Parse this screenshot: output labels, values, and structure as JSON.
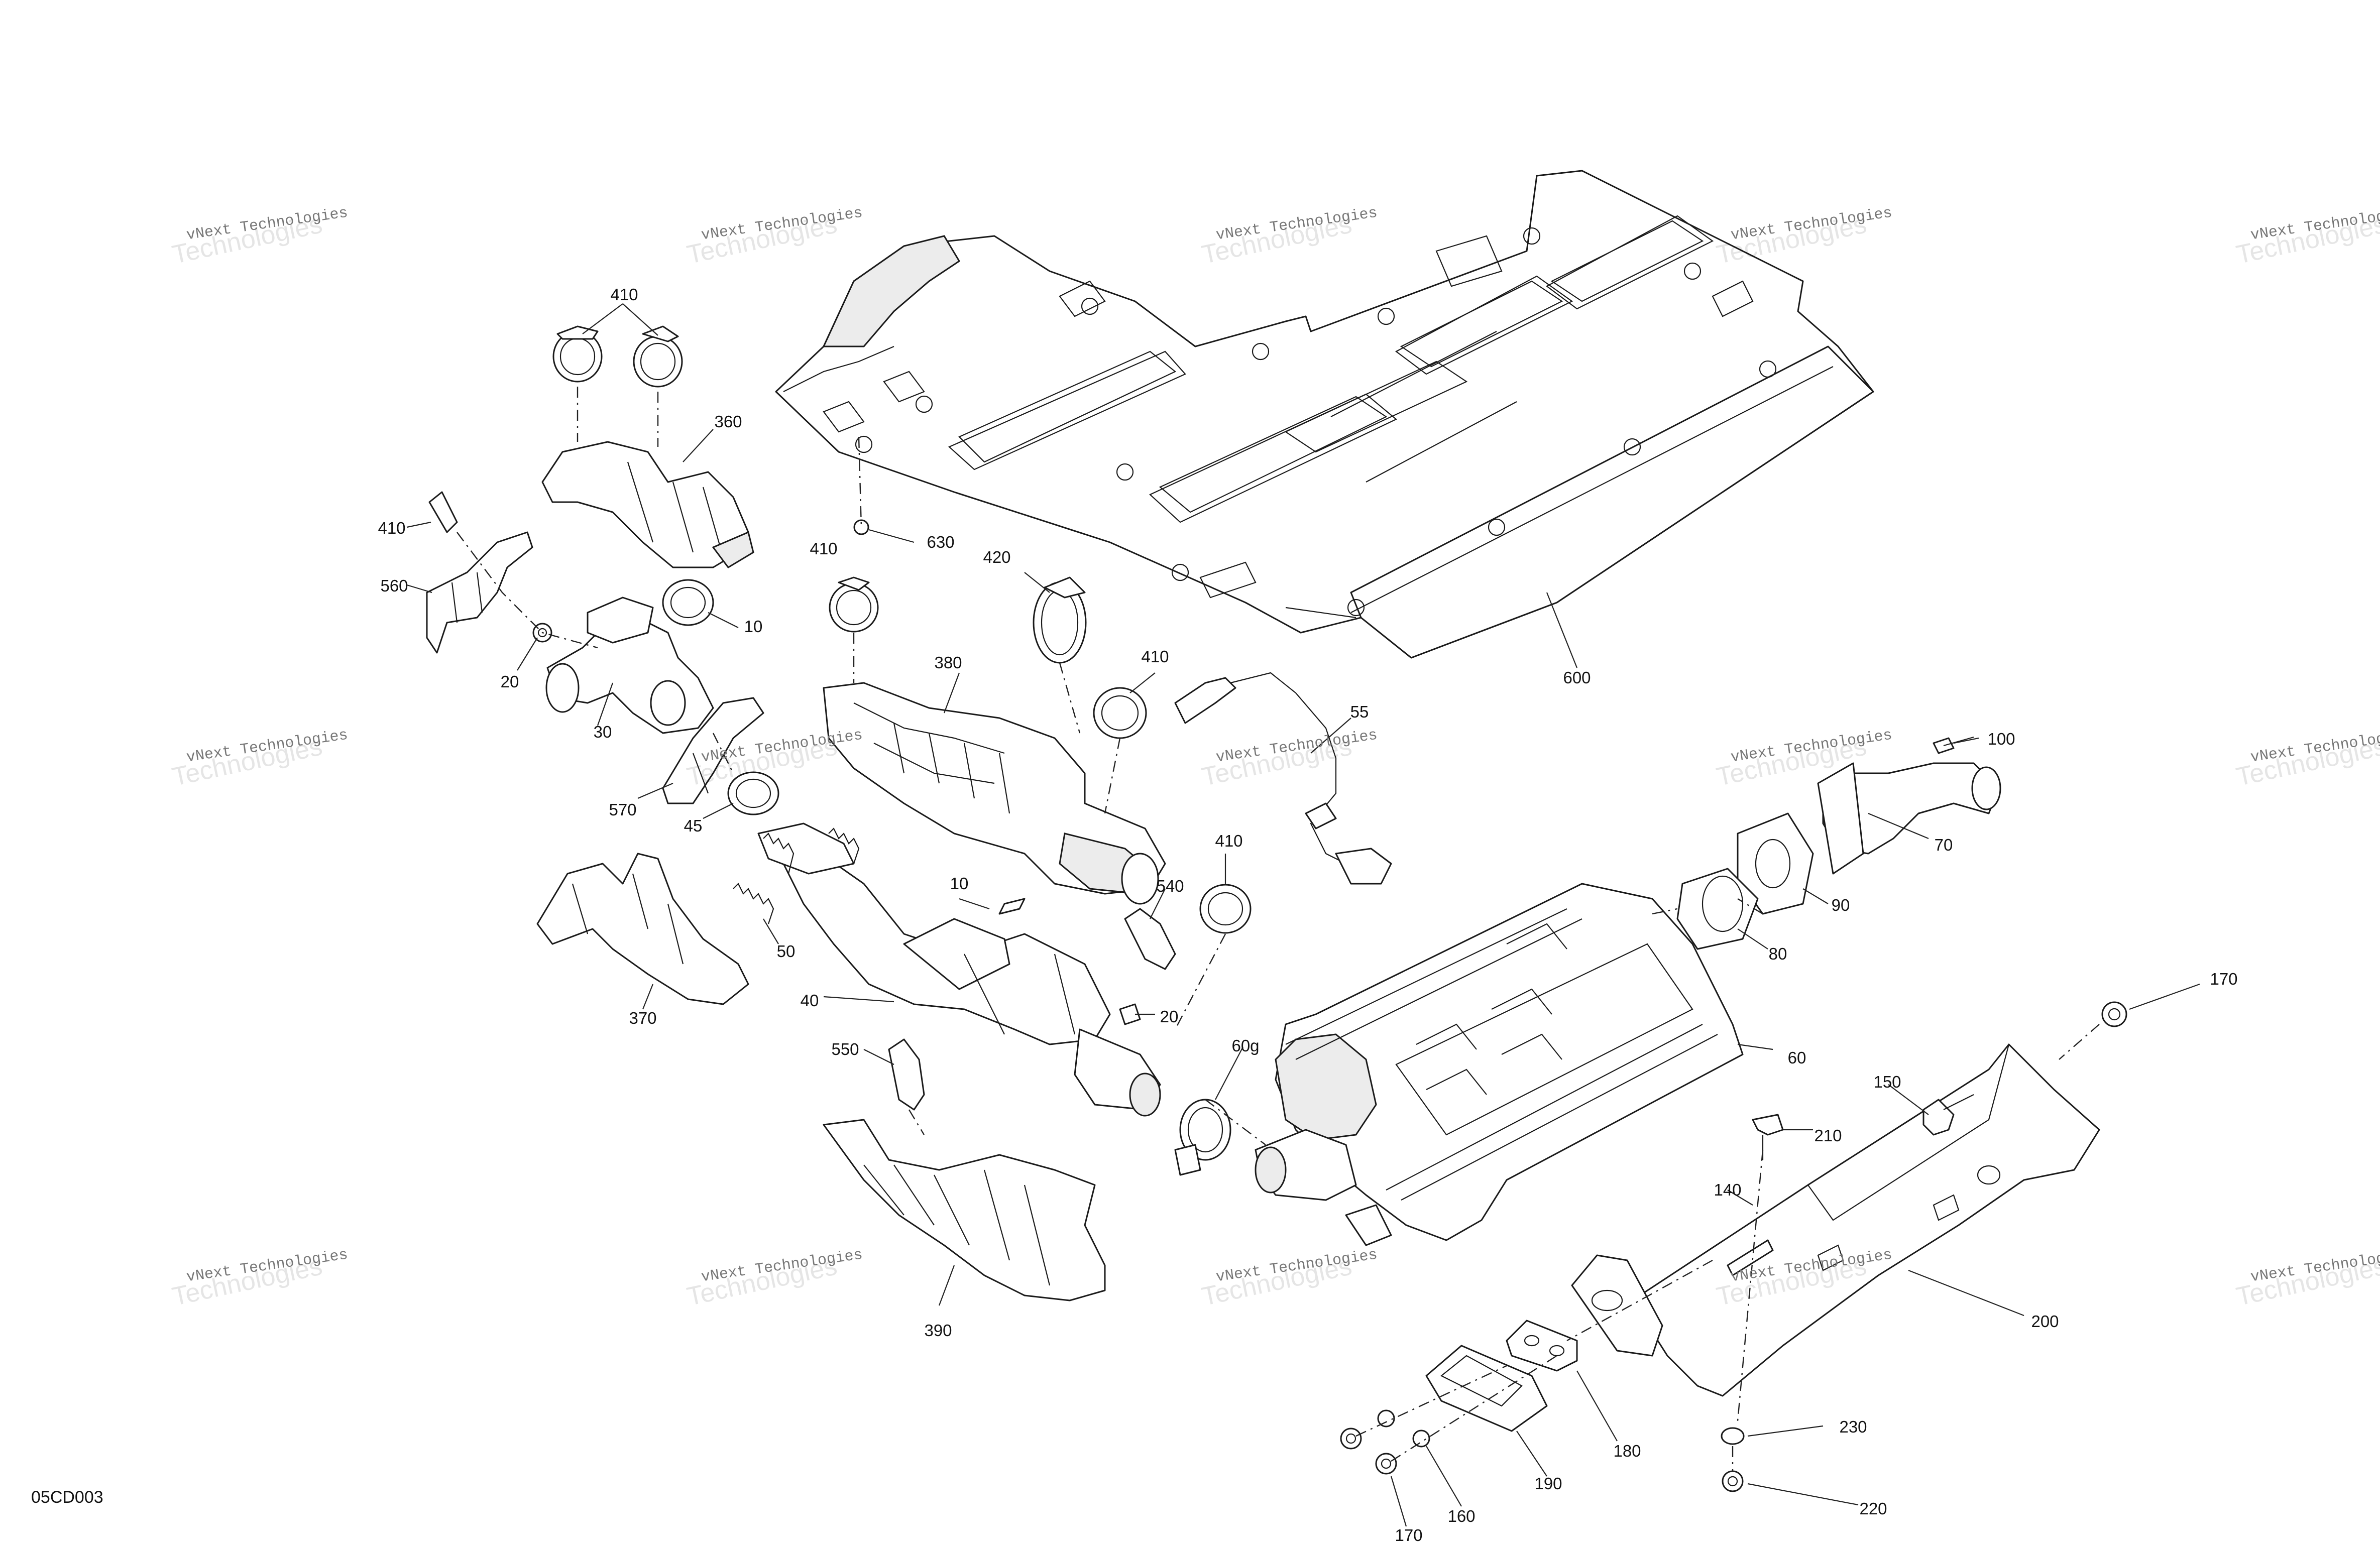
{
  "diagram_code": "05CD003",
  "watermark": {
    "line1": "vNext Technologies",
    "line2": "Technologies"
  },
  "callouts": [
    {
      "id": "c410a",
      "text": "410"
    },
    {
      "id": "c360",
      "text": "360"
    },
    {
      "id": "c410b",
      "text": "410"
    },
    {
      "id": "c560",
      "text": "560"
    },
    {
      "id": "c20a",
      "text": "20"
    },
    {
      "id": "c30",
      "text": "30"
    },
    {
      "id": "c10a",
      "text": "10"
    },
    {
      "id": "c630",
      "text": "630"
    },
    {
      "id": "c410c",
      "text": "410"
    },
    {
      "id": "c420",
      "text": "420"
    },
    {
      "id": "c380",
      "text": "380"
    },
    {
      "id": "c410d",
      "text": "410"
    },
    {
      "id": "c55",
      "text": "55"
    },
    {
      "id": "c600",
      "text": "600"
    },
    {
      "id": "c570",
      "text": "570"
    },
    {
      "id": "c45",
      "text": "45"
    },
    {
      "id": "c50",
      "text": "50"
    },
    {
      "id": "c370",
      "text": "370"
    },
    {
      "id": "c10b",
      "text": "10"
    },
    {
      "id": "c540",
      "text": "540"
    },
    {
      "id": "c410e",
      "text": "410"
    },
    {
      "id": "c40",
      "text": "40"
    },
    {
      "id": "c20b",
      "text": "20"
    },
    {
      "id": "c550",
      "text": "550"
    },
    {
      "id": "c60g",
      "text": "60g"
    },
    {
      "id": "c390",
      "text": "390"
    },
    {
      "id": "c100",
      "text": "100"
    },
    {
      "id": "c70",
      "text": "70"
    },
    {
      "id": "c90",
      "text": "90"
    },
    {
      "id": "c80",
      "text": "80"
    },
    {
      "id": "c60",
      "text": "60"
    },
    {
      "id": "c170a",
      "text": "170"
    },
    {
      "id": "c150",
      "text": "150"
    },
    {
      "id": "c210",
      "text": "210"
    },
    {
      "id": "c140",
      "text": "140"
    },
    {
      "id": "c200",
      "text": "200"
    },
    {
      "id": "c180",
      "text": "180"
    },
    {
      "id": "c230",
      "text": "230"
    },
    {
      "id": "c190",
      "text": "190"
    },
    {
      "id": "c220",
      "text": "220"
    },
    {
      "id": "c160",
      "text": "160"
    },
    {
      "id": "c170b",
      "text": "170"
    }
  ]
}
